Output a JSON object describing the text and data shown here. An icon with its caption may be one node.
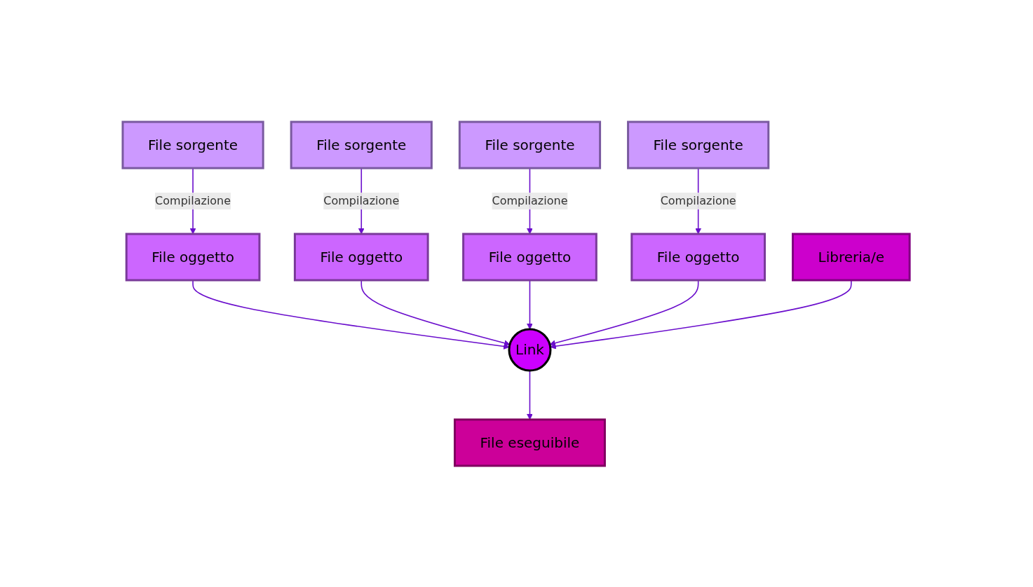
{
  "diagram": {
    "nodes": [
      {
        "text": [
          "File sorgente"
        ]
      },
      {
        "text": [
          "File sorgente"
        ]
      },
      {
        "text": [
          "File sorgente"
        ]
      },
      {
        "text": [
          "File sorgente"
        ]
      },
      {
        "text": [
          "File oggetto"
        ]
      },
      {
        "text": [
          "File oggetto"
        ]
      },
      {
        "text": [
          "File oggetto"
        ]
      },
      {
        "text": [
          "File oggetto"
        ]
      },
      {
        "text": [
          "Link"
        ]
      },
      {
        "text": [
          "Libreria/e"
        ]
      },
      {
        "text": [
          "File eseguibile"
        ]
      }
    ],
    "edges": [
      {
        "from": 0,
        "to": 4,
        "arrow": "to",
        "label": "Compilazione"
      },
      {
        "from": 1,
        "to": 5,
        "arrow": "to",
        "label": "Compilazione"
      },
      {
        "from": 2,
        "to": 6,
        "arrow": "to",
        "label": "Compilazione"
      },
      {
        "from": 3,
        "to": 7,
        "arrow": "to",
        "label": "Compilazione"
      },
      {
        "from": 4,
        "to": 8,
        "arrow": "to"
      },
      {
        "from": 5,
        "to": 8,
        "arrow": "to"
      },
      {
        "from": 6,
        "to": 8,
        "arrow": "to"
      },
      {
        "from": 7,
        "to": 8,
        "arrow": "to"
      },
      {
        "from": 9,
        "to": 8,
        "arrow": "to"
      },
      {
        "from": 8,
        "to": 10,
        "arrow": "to"
      }
    ]
  }
}
